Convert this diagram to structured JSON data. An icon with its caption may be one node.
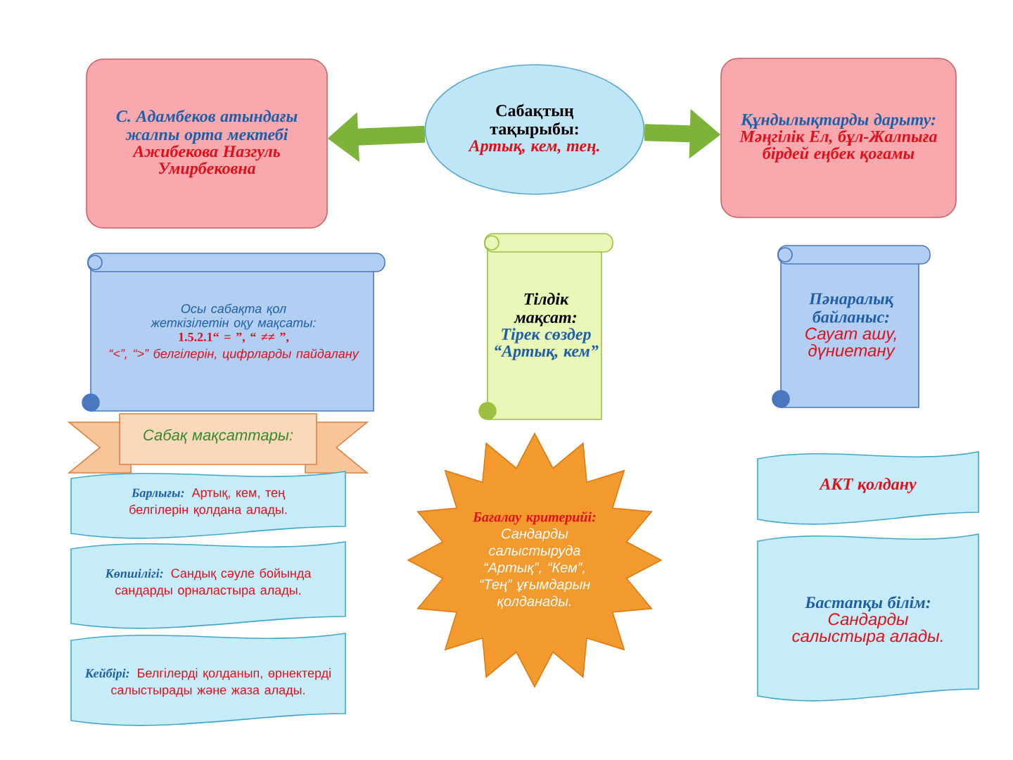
{
  "diagram": {
    "nodes": [
      {
        "text": [
          "С. Адамбеков атындағы жалпы орта мектебі",
          "Ажибекова Назгуль Умирбековна"
        ]
      },
      {
        "text": [
          "Сабақтың тақырыбы:",
          "Артық, кем, тең."
        ]
      },
      {
        "text": [
          "Құндылықтарды дарыту:",
          "Мәңгілік Ел, бұл-Жалпыға бірдей еңбек қоғамы"
        ]
      },
      {
        "text": [
          "Осы сабақта қол жеткізілетін оқу мақсаты:",
          "1.5.2.1“ = ”, “ ≠≠ ”,",
          "“<”, “>” белгілерін, цифрларды пайдалану"
        ]
      },
      {
        "text": [
          "Тілдік мақсат:",
          "Тірек сөздер “Артық, кем”"
        ]
      },
      {
        "text": [
          "Пәнаралық байланыс:",
          "Сауат ашу, дүниетану"
        ]
      },
      {
        "text": [
          "Сабақ мақсаттары:"
        ]
      },
      {
        "text": [
          "Барлығы:",
          "Артық, кем, тең белгілерін қолдана алады."
        ]
      },
      {
        "text": [
          "Көпшілігі:",
          "Сандық сәуле бойында сандарды орналастыра алады."
        ]
      },
      {
        "text": [
          "Кейбірі:",
          "Белгілерді қолданып, өрнектерді салыстырады және жаза алады."
        ]
      },
      {
        "text": [
          "Бағалау критерийі:",
          "Сандарды салыстыруда “Артық”, “Кем”, “Тең” ұғымдарын қолданады."
        ]
      },
      {
        "text": [
          "АКТ қолдану"
        ]
      },
      {
        "text": [
          "Бастапқы білім:",
          "Сандарды салыстыра алады."
        ]
      }
    ],
    "edges": [
      {
        "from": 1,
        "to": 0,
        "arrow": "to"
      },
      {
        "from": 1,
        "to": 2,
        "arrow": "to"
      }
    ]
  }
}
